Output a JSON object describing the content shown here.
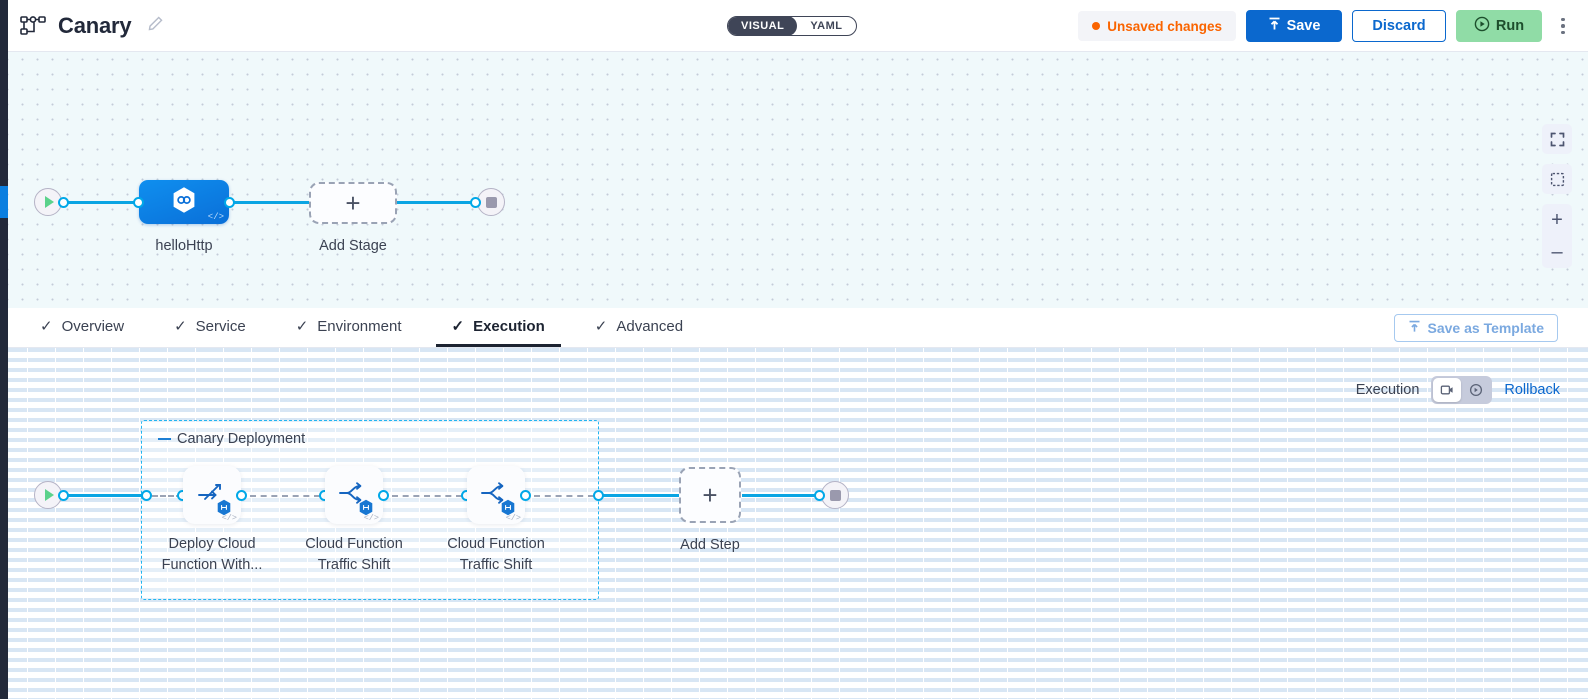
{
  "header": {
    "pipeline_icon": "pipeline-icon",
    "title": "Canary",
    "edit_icon": "edit-pencil-icon",
    "mode_toggle": {
      "options": [
        "VISUAL",
        "YAML"
      ],
      "selected": "VISUAL"
    },
    "unsaved_label": "Unsaved changes",
    "save_label": "Save",
    "discard_label": "Discard",
    "run_label": "Run",
    "more_menu": "kebab-menu-icon",
    "accent_blue": "#0b68ce",
    "accent_orange": "#fa6400",
    "accent_green": "#90dca6"
  },
  "stage_canvas": {
    "start_node": "start-node",
    "end_node": "end-node",
    "stage": {
      "name": "helloHttp",
      "badge": "</>"
    },
    "add_stage_label": "Add Stage",
    "controls": [
      "fullscreen-icon",
      "fit-to-screen-icon",
      "zoom-in-icon",
      "zoom-out-icon"
    ],
    "zoom_in_glyph": "+",
    "zoom_out_glyph": "–",
    "bg_color": "#f0f9fb"
  },
  "tabs": [
    {
      "label": "Overview",
      "checked": true,
      "active": false
    },
    {
      "label": "Service",
      "checked": true,
      "active": false
    },
    {
      "label": "Environment",
      "checked": true,
      "active": false
    },
    {
      "label": "Execution",
      "checked": true,
      "active": true
    },
    {
      "label": "Advanced",
      "checked": true,
      "active": false
    }
  ],
  "save_as_template_label": "Save as Template",
  "execution": {
    "toolbar_label": "Execution",
    "view_toggle": {
      "options": [
        "execution-view-icon",
        "rollback-view-icon"
      ],
      "selected_index": 0
    },
    "rollback_label": "Rollback",
    "group": {
      "label": "Canary Deployment"
    },
    "steps": [
      {
        "name": "Deploy Cloud\nFunction With...",
        "line1": "Deploy Cloud",
        "line2": "Function With...",
        "icon": "deploy-arrow-icon",
        "badge": "</>"
      },
      {
        "name": "Cloud Function\nTraffic Shift",
        "line1": "Cloud Function",
        "line2": "Traffic Shift",
        "icon": "traffic-shift-icon",
        "badge": "</>"
      },
      {
        "name": "Cloud Function\nTraffic Shift",
        "line1": "Cloud Function",
        "line2": "Traffic Shift",
        "icon": "traffic-shift-icon",
        "badge": "</>"
      }
    ],
    "add_step_label": "Add Step",
    "bg_color": "#ffffff"
  }
}
